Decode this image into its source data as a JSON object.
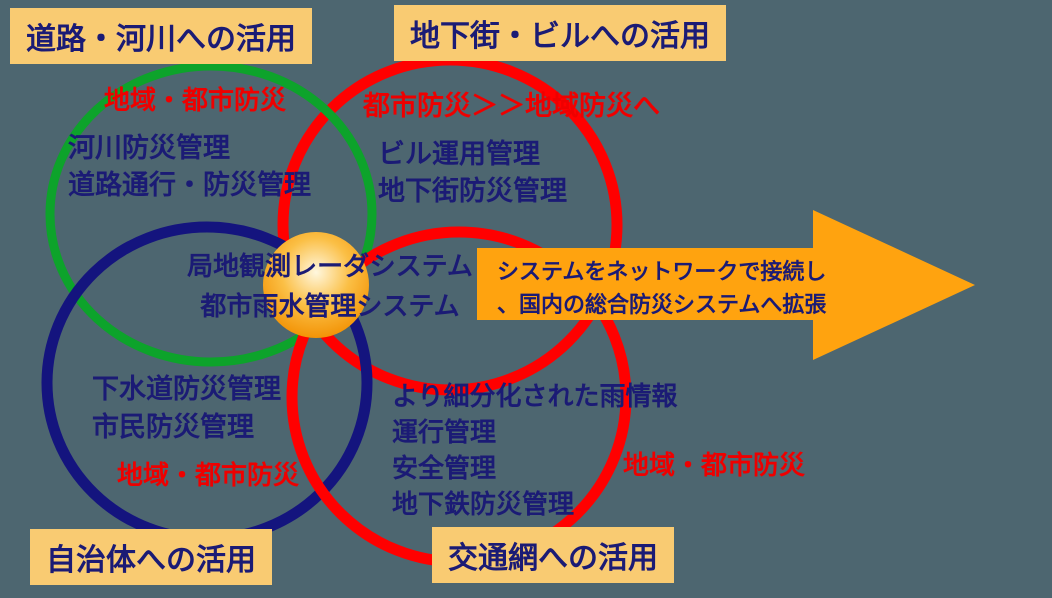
{
  "diagram_title": "防災システム活用ベン図",
  "colors": {
    "background": "#4D6670",
    "label_background": "#F9CB72",
    "navy_text": "#1B1B75",
    "red_text": "#EE0000",
    "green_circle": "#0DA32B",
    "red_circle": "#FF0000",
    "navy_circle": "#14147E",
    "arrow_orange": "#FFA30F"
  },
  "labels": {
    "top_left": "道路・河川への活用",
    "top_right": "地下街・ビルへの活用",
    "bottom_left": "自治体への活用",
    "bottom_center": "交通網への活用"
  },
  "annotations": {
    "top_left_red": "地域・都市防災",
    "top_right_red": "都市防災＞＞地域防災へ",
    "bottom_left_red": "地域・都市防災",
    "bottom_right_red": "地域・都市防災"
  },
  "circles": {
    "road_river": {
      "items": [
        "河川防災管理",
        "道路通行・防災管理"
      ]
    },
    "underground_building": {
      "items": [
        "ビル運用管理",
        "地下街防災管理"
      ]
    },
    "municipality": {
      "items": [
        "下水道防災管理",
        "市民防災管理"
      ]
    },
    "transport_network": {
      "items": [
        "より細分化された雨情報",
        "運行管理",
        "安全管理",
        "地下鉄防災管理"
      ]
    }
  },
  "center_system": {
    "lines": [
      "局地観測レーダシステム",
      "都市雨水管理システム"
    ]
  },
  "arrow": {
    "lines": [
      "システムをネットワークで接続し",
      "、国内の総合防災システムへ拡張"
    ]
  }
}
